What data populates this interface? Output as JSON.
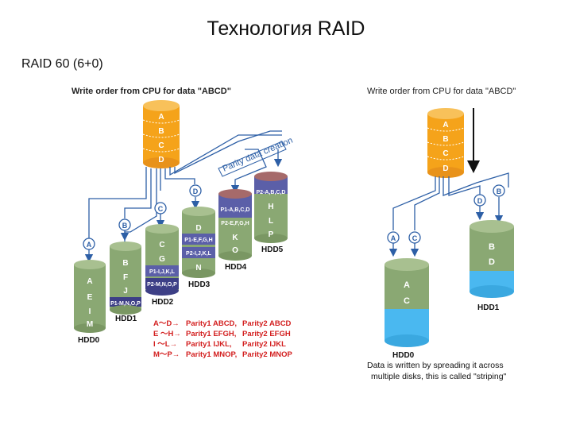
{
  "slide": {
    "title": "Технология RAID",
    "subtitle": "RAID 60 (6+0)"
  },
  "left": {
    "caption": "Write order from CPU for data \"ABCD\"",
    "source_blocks": [
      "A",
      "B",
      "C",
      "D"
    ],
    "parity_arrow_label": "Parity data creation",
    "branch_labels": [
      "A",
      "B",
      "C",
      "D"
    ],
    "disks": [
      {
        "name": "HDD0",
        "cells": [
          "A",
          "E",
          "I",
          "M"
        ]
      },
      {
        "name": "HDD1",
        "cells": [
          "B",
          "F",
          "J",
          "P1-M,N,O,P"
        ]
      },
      {
        "name": "HDD2",
        "cells": [
          "C",
          "G",
          "P1-I,J,K,L",
          "P2-M,N,O,P"
        ]
      },
      {
        "name": "HDD3",
        "cells": [
          "D",
          "P1-E,F,G,H",
          "P2-I,J,K,L",
          "N"
        ]
      },
      {
        "name": "HDD4",
        "cells": [
          "P1-A,B,C,D",
          "P2-E,F,G,H",
          "K",
          "O"
        ]
      },
      {
        "name": "HDD5",
        "cells": [
          "P2-A,B,C,D",
          "H",
          "L",
          "P"
        ]
      }
    ],
    "legend": [
      {
        "range": "A～D→",
        "p1": "Parity1 ABCD,",
        "p2": "Parity2 ABCD"
      },
      {
        "range": "E ～H→",
        "p1": "Parity1 EFGH,",
        "p2": "Parity2 EFGH"
      },
      {
        "range": "I ～L→",
        "p1": "Parity1 IJKL,",
        "p2": "Parity2 IJKL"
      },
      {
        "range": "M～P→",
        "p1": "Parity1 MNOP,",
        "p2": "Parity2 MNOP"
      }
    ]
  },
  "right": {
    "caption": "Write order from CPU for data \"ABCD\"",
    "source_blocks": [
      "A",
      "B",
      "C",
      "D"
    ],
    "branch_labels": [
      "A",
      "C",
      "D",
      "B"
    ],
    "disks": [
      {
        "name": "HDD0",
        "cells": [
          "A",
          "C"
        ]
      },
      {
        "name": "HDD1",
        "cells": [
          "B",
          "D"
        ]
      }
    ],
    "note_line1": "Data is written by spreading it across",
    "note_line2": "multiple disks, this is called \"striping\""
  },
  "colors": {
    "orange": "#f5a31a",
    "green": "#8aa873",
    "purple": "#5b5fa8",
    "darkpurple": "#3d3f86",
    "rose": "#a66a6a",
    "blue": "#2d5fa6",
    "lightblue": "#4ab8f0",
    "red": "#d32020"
  }
}
